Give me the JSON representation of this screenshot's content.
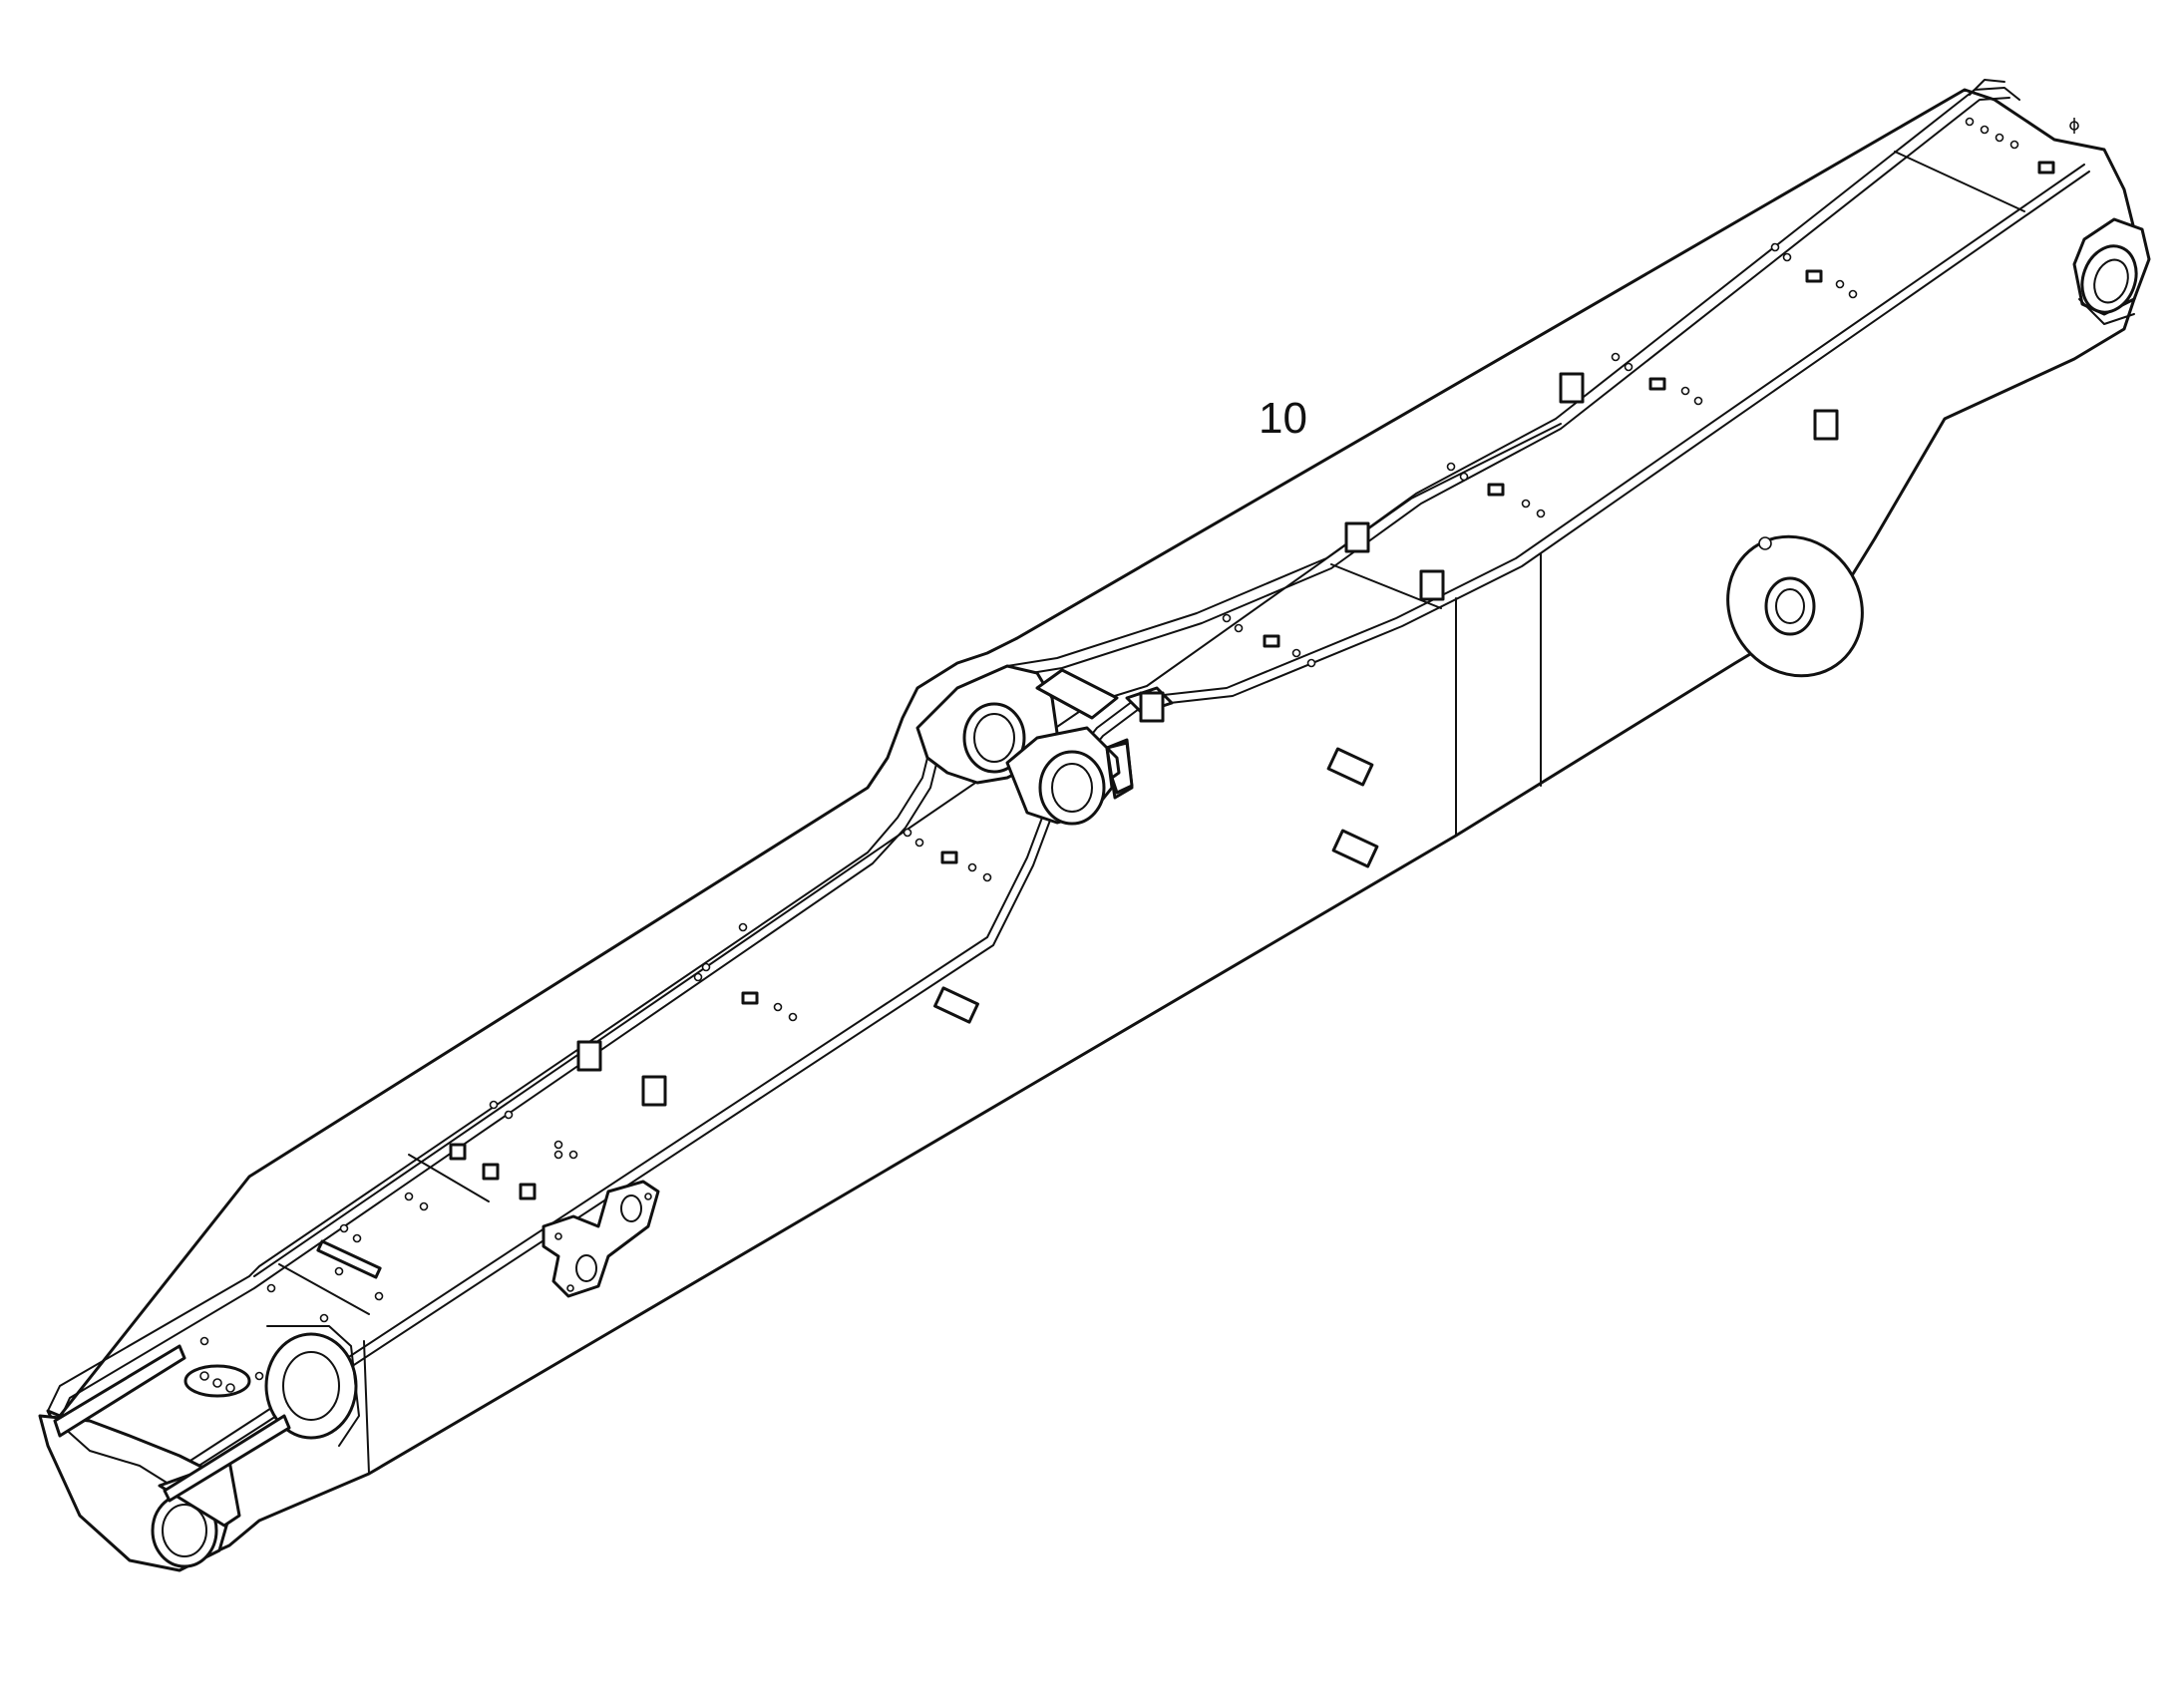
{
  "drawing": {
    "subject": "excavator boom",
    "callouts": [
      {
        "id": "part-10",
        "label": "10"
      }
    ],
    "colors": {
      "line": "#111111",
      "background": "#ffffff"
    }
  }
}
